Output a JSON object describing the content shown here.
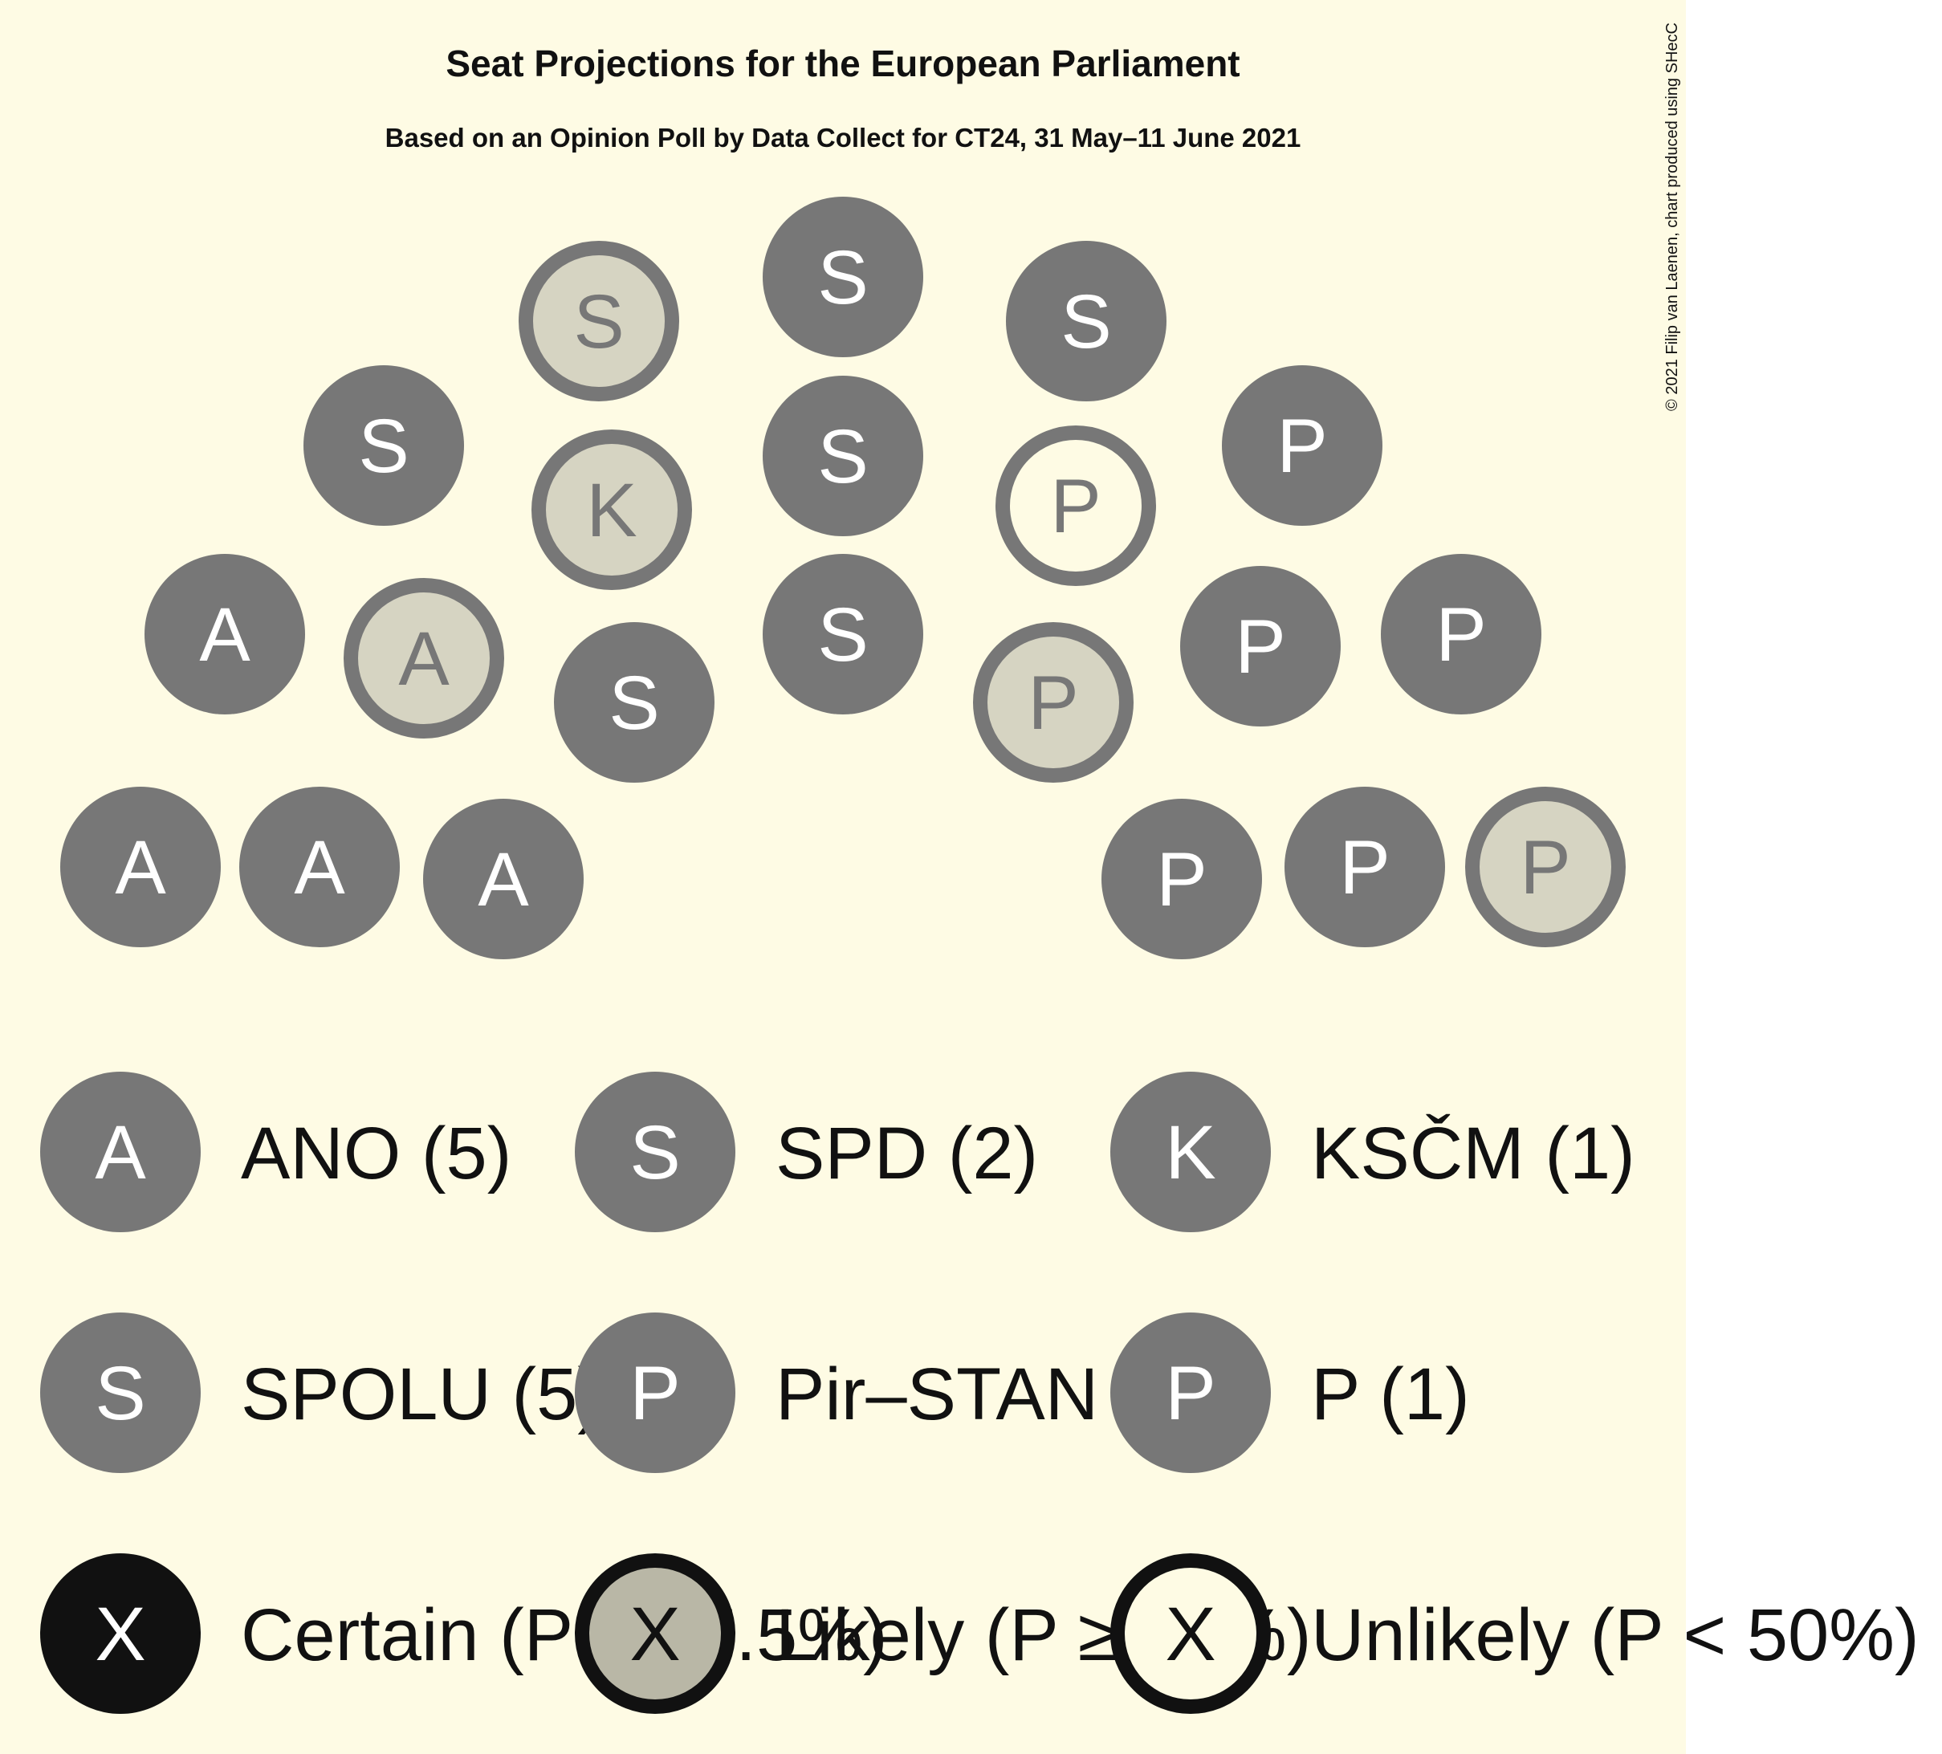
{
  "chart_data": {
    "type": "parliament-seats",
    "title": "Seat Projections for the European Parliament",
    "subtitle": "Based on an Opinion Poll by Data Collect for CT24, 31 May–11 June 2021",
    "credit": "© 2021 Filip van Laenen, chart produced using SHecC",
    "colors": {
      "background": "#fefbe4",
      "certain": "#777777",
      "likely_fill": "#d6d4c2",
      "unlikely_fill": "#fefbe4",
      "letter_certain": "#ffffff",
      "letter_other": "#777777",
      "legend_certain": "#111111",
      "legend_likely_fill": "#b9b7a6"
    },
    "seats": [
      {
        "letter": "A",
        "party": "ANO",
        "status": "certain"
      },
      {
        "letter": "A",
        "party": "ANO",
        "status": "certain"
      },
      {
        "letter": "A",
        "party": "ANO",
        "status": "certain"
      },
      {
        "letter": "A",
        "party": "ANO",
        "status": "certain"
      },
      {
        "letter": "A",
        "party": "ANO",
        "status": "likely"
      },
      {
        "letter": "S",
        "party": "SPD",
        "status": "certain"
      },
      {
        "letter": "S",
        "party": "SPD",
        "status": "likely"
      },
      {
        "letter": "K",
        "party": "KSČM",
        "status": "likely"
      },
      {
        "letter": "S",
        "party": "SPOLU",
        "status": "certain"
      },
      {
        "letter": "S",
        "party": "SPOLU",
        "status": "certain"
      },
      {
        "letter": "S",
        "party": "SPOLU",
        "status": "certain"
      },
      {
        "letter": "S",
        "party": "SPOLU",
        "status": "certain"
      },
      {
        "letter": "S",
        "party": "SPOLU",
        "status": "certain"
      },
      {
        "letter": "P",
        "party": "Pir–STAN",
        "status": "unlikely"
      },
      {
        "letter": "P",
        "party": "Pir–STAN",
        "status": "likely"
      },
      {
        "letter": "P",
        "party": "Pir–STAN",
        "status": "certain"
      },
      {
        "letter": "P",
        "party": "Pir–STAN",
        "status": "certain"
      },
      {
        "letter": "P",
        "party": "Pir–STAN",
        "status": "certain"
      },
      {
        "letter": "P",
        "party": "Pir–STAN",
        "status": "certain"
      },
      {
        "letter": "P",
        "party": "Pir–STAN",
        "status": "certain"
      },
      {
        "letter": "P",
        "party": "P",
        "status": "likely"
      }
    ],
    "legend": [
      {
        "letter": "A",
        "label": "ANO (5)",
        "status": "certain"
      },
      {
        "letter": "S",
        "label": "SPD (2)",
        "status": "certain"
      },
      {
        "letter": "K",
        "label": "KSČM (1)",
        "status": "certain"
      },
      {
        "letter": "S",
        "label": "SPOLU (5)",
        "status": "certain"
      },
      {
        "letter": "P",
        "label": "Pir–STAN (7)",
        "status": "certain"
      },
      {
        "letter": "P",
        "label": "P (1)",
        "status": "certain"
      },
      {
        "letter": "X",
        "label": "Certain (P ≥ 97.5%)",
        "status": "legend-certain"
      },
      {
        "letter": "X",
        "label": "Likely (P ≥ 50%)",
        "status": "legend-likely"
      },
      {
        "letter": "X",
        "label": "Unlikely (P < 50%)",
        "status": "legend-unlikely"
      }
    ]
  }
}
